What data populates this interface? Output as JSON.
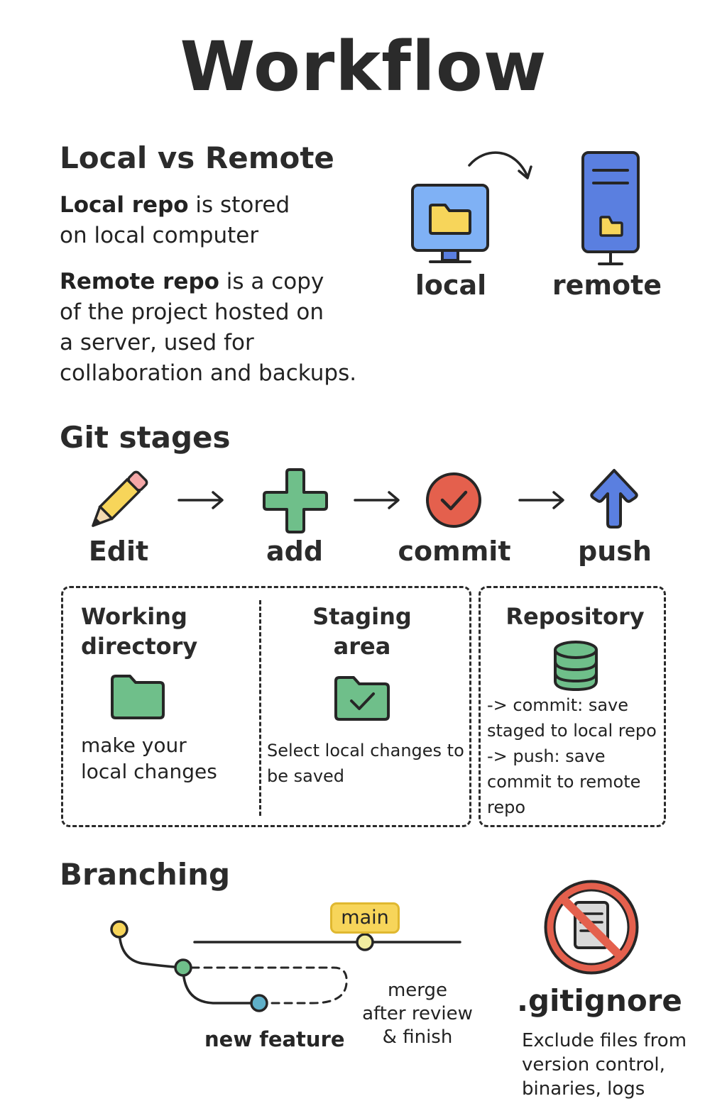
{
  "title": "Workflow",
  "local_vs_remote": {
    "heading": "Local vs Remote",
    "local_bold": "Local repo",
    "local_rest": " is stored",
    "local_line2": "on local computer",
    "remote_bold": "Remote repo",
    "remote_rest": " is a copy",
    "remote_line2": "of the project hosted on",
    "remote_line3": "a server, used for",
    "remote_line4": "collaboration and backups.",
    "icons": [
      {
        "label": "local",
        "icon": "monitor-folder-icon"
      },
      {
        "label": "remote",
        "icon": "server-folder-icon"
      }
    ]
  },
  "git_stages": {
    "heading": "Git stages",
    "steps": [
      {
        "label": "Edit",
        "icon": "pencil-icon"
      },
      {
        "label": "add",
        "icon": "plus-icon"
      },
      {
        "label": "commit",
        "icon": "check-circle-icon"
      },
      {
        "label": "push",
        "icon": "up-arrow-icon"
      }
    ],
    "boxes": [
      {
        "title_line1": "Working",
        "title_line2": "directory",
        "text_line1": "make your",
        "text_line2": "local changes",
        "icon": "folder-icon"
      },
      {
        "title_line1": "Staging",
        "title_line2": "area",
        "text_line1": "Select local changes to",
        "text_line2": "be saved",
        "icon": "folder-check-icon"
      },
      {
        "title_line1": "Repository",
        "lines": [
          "-> commit: save",
          "staged to local repo",
          "-> push: save",
          "commit to remote",
          "repo"
        ],
        "icon": "database-icon"
      }
    ]
  },
  "branching": {
    "heading": "Branching",
    "main_label": "main",
    "feature_label": "new feature",
    "merge_line1": "merge",
    "merge_line2": "after review",
    "merge_line3": "& finish"
  },
  "gitignore": {
    "name": ".gitignore",
    "line1": "Exclude files from",
    "line2": "version control,",
    "line3": "binaries, logs"
  },
  "colors": {
    "blue": "#5a7fe0",
    "light_blue": "#7fb1f5",
    "yellow": "#f7d55a",
    "green": "#6fbf8a",
    "red": "#e4604d",
    "dark": "#262626"
  }
}
